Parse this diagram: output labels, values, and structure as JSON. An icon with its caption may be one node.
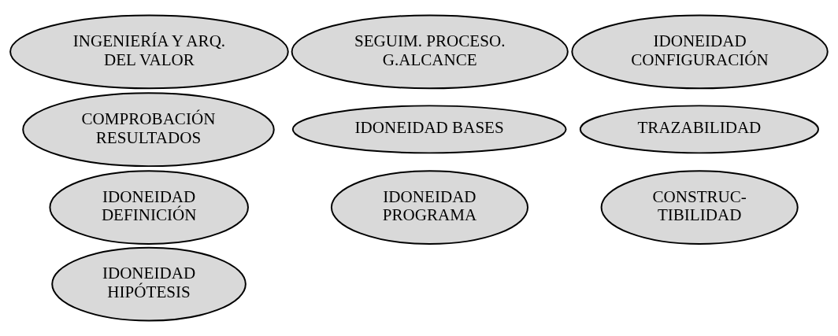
{
  "diagram": {
    "nodes": [
      {
        "text": [
          "IDONEIDAD HIPÓTESIS"
        ]
      },
      {
        "text": [
          "IDONEIDAD BASES"
        ]
      },
      {
        "text": [
          "IDONEIDAD DEFINICIÓN"
        ]
      },
      {
        "text": [
          "IDONEIDAD PROGRAMA"
        ]
      },
      {
        "text": [
          "CONSTRUC- TIBILIDAD"
        ]
      },
      {
        "text": [
          "COMPROBACIÓN RESULTADOS"
        ]
      },
      {
        "text": [
          "INGENIERÍA Y ARQ. DEL VALOR"
        ]
      },
      {
        "text": [
          "TRAZABILIDAD"
        ]
      },
      {
        "text": [
          "SEGUIM. PROCESO. G.ALCANCE"
        ]
      },
      {
        "text": [
          "IDONEIDAD CONFIGURACIÓN"
        ]
      }
    ],
    "edges": []
  }
}
